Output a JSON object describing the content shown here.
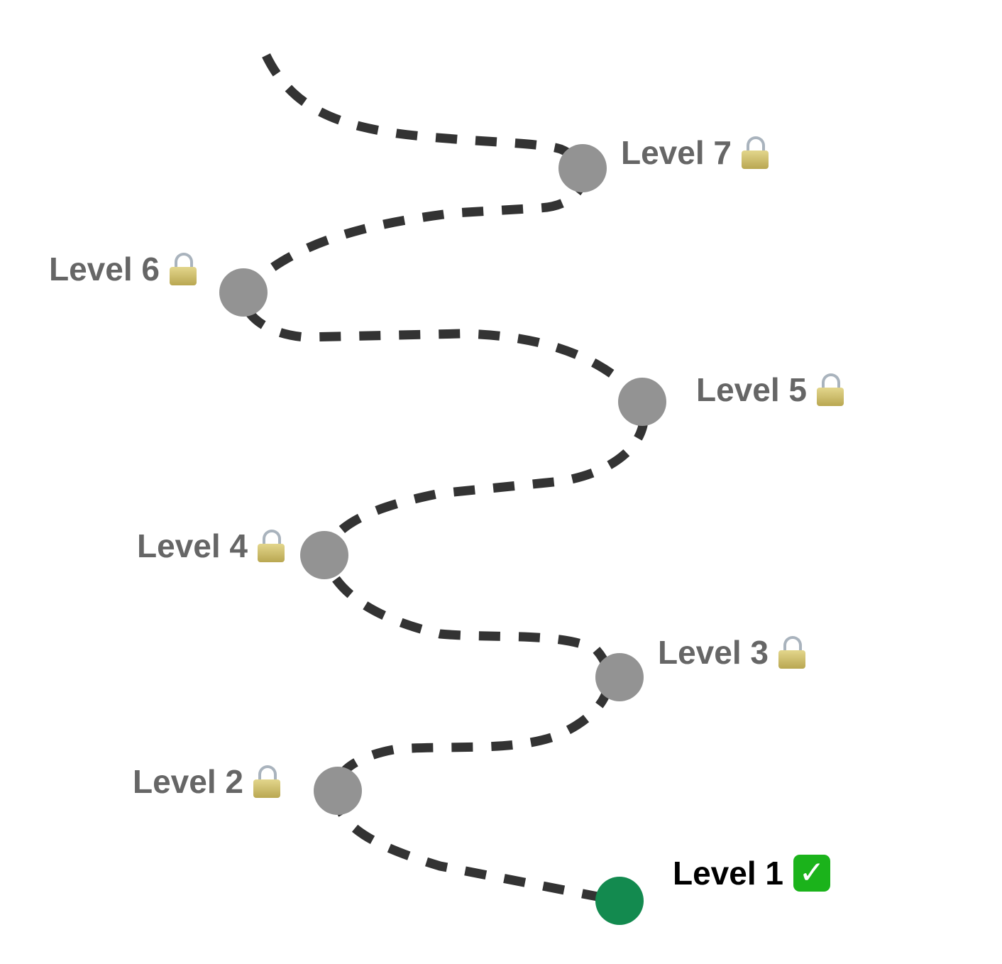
{
  "colors": {
    "path": "#333333",
    "locked_node": "#939393",
    "completed_node": "#138a4f",
    "locked_text": "#666666",
    "completed_text": "#000000"
  },
  "levels": [
    {
      "label": "Level 1",
      "status": "completed",
      "icon": "check-mark-icon",
      "icon_glyph": "✓"
    },
    {
      "label": "Level 2",
      "status": "locked",
      "icon": "lock-icon"
    },
    {
      "label": "Level 3",
      "status": "locked",
      "icon": "lock-icon"
    },
    {
      "label": "Level 4",
      "status": "locked",
      "icon": "lock-icon"
    },
    {
      "label": "Level 5",
      "status": "locked",
      "icon": "lock-icon"
    },
    {
      "label": "Level 6",
      "status": "locked",
      "icon": "lock-icon"
    },
    {
      "label": "Level 7",
      "status": "locked",
      "icon": "lock-icon"
    }
  ]
}
